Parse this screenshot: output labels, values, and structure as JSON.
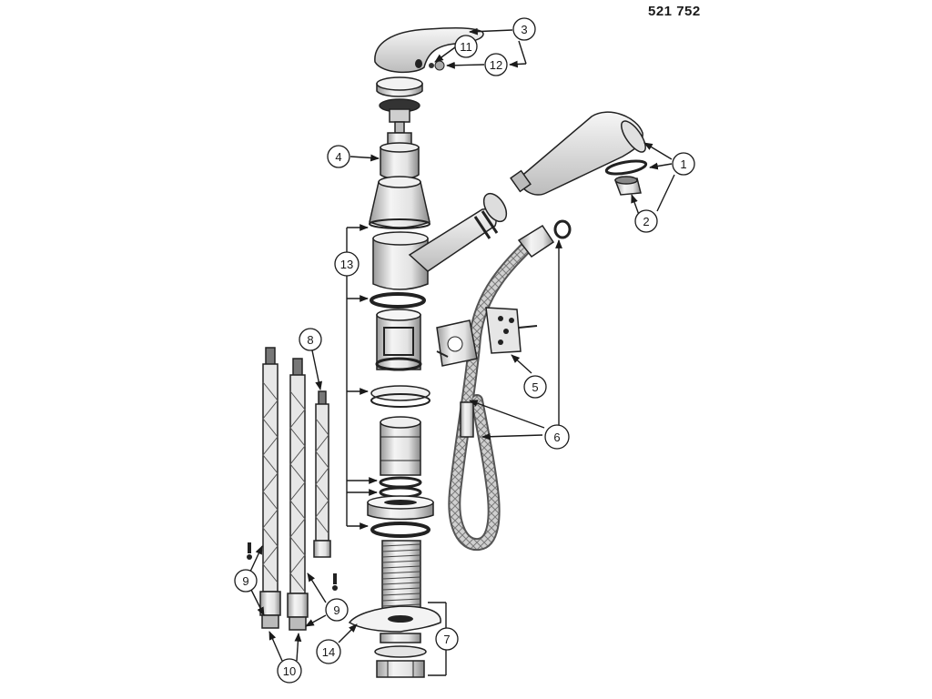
{
  "header": {
    "part_number": "521 752"
  },
  "callouts": [
    {
      "label": "1"
    },
    {
      "label": "2"
    },
    {
      "label": "3"
    },
    {
      "label": "4"
    },
    {
      "label": "5"
    },
    {
      "label": "6"
    },
    {
      "label": "7"
    },
    {
      "label": "8"
    },
    {
      "label": "9"
    },
    {
      "label": "9"
    },
    {
      "label": "10"
    },
    {
      "label": "11"
    },
    {
      "label": "12"
    },
    {
      "label": "13"
    },
    {
      "label": "14"
    }
  ],
  "colors": {
    "line": "#1a1a1a",
    "part_fill": "#ffffff",
    "shade": "#d9d9d9",
    "dark_ring": "#222222",
    "hose": "#bdbdbd"
  }
}
